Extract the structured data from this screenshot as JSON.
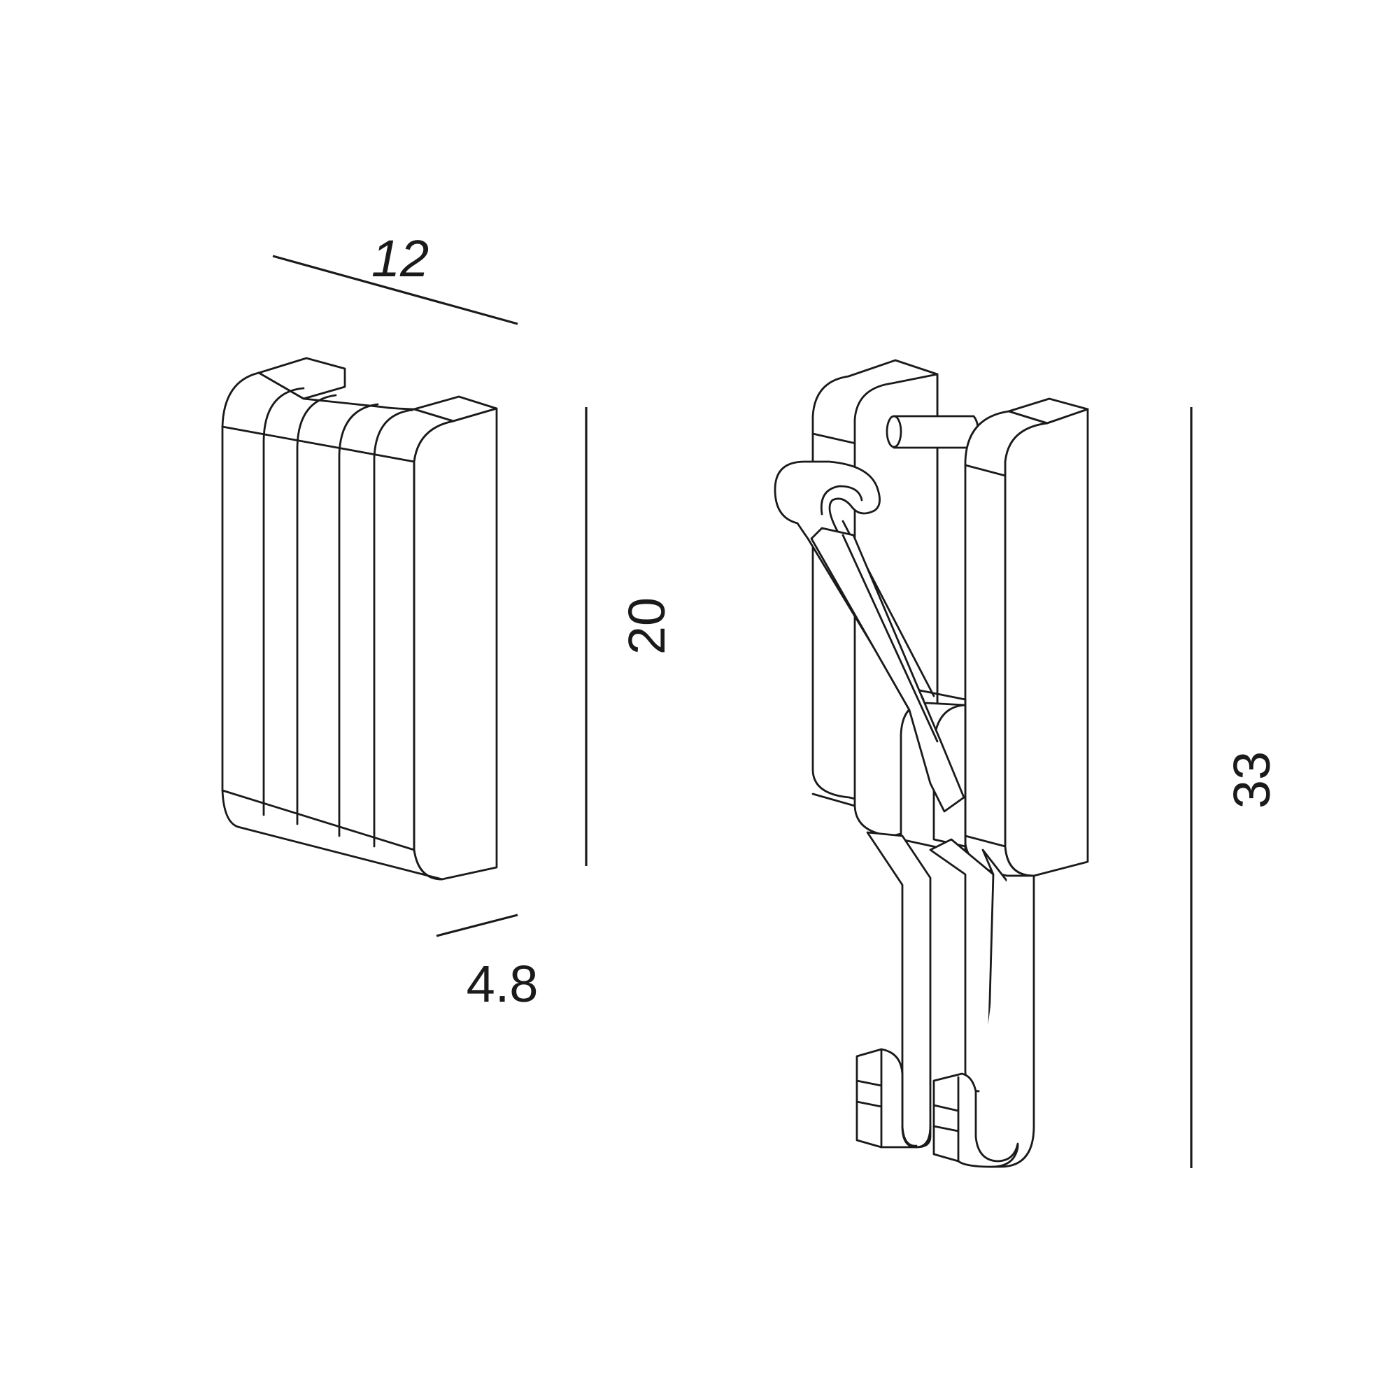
{
  "dimensions": {
    "width_top": "12",
    "depth_bottom": "4.8",
    "height_clip": "20",
    "height_with_hook": "33"
  },
  "colors": {
    "line": "#1a1a1a",
    "background": "#ffffff"
  }
}
